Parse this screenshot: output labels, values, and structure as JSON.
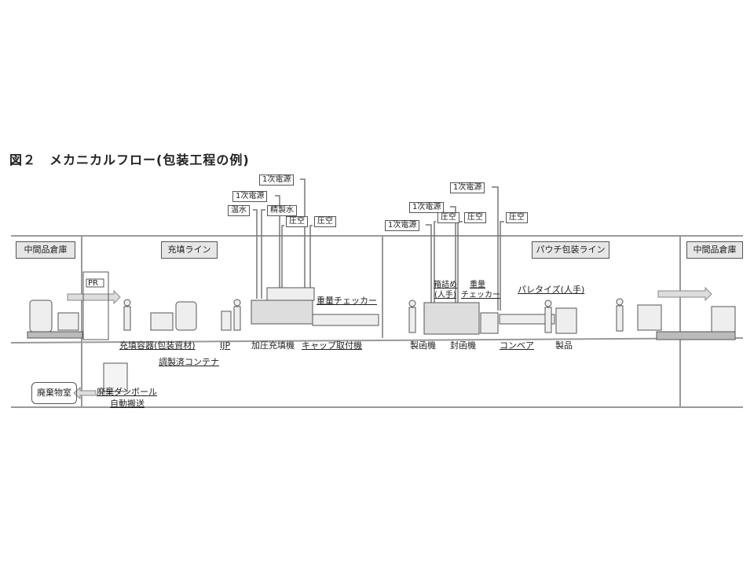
{
  "title": "図２　メカニカルフロー(包装工程の例)",
  "zones": {
    "warehouse_left": "中間品倉庫",
    "filling_line": "充填ライン",
    "pouch_line": "パウチ包装ライン",
    "warehouse_right": "中間品倉庫"
  },
  "utilities": {
    "power_1": "1次電源",
    "power_2": "1次電源",
    "hot_water": "温水",
    "purified_water": "精製水",
    "air_1": "圧空",
    "air_2": "圧空",
    "power_3": "1次電源",
    "power_4": "1次電源",
    "power_5": "1次電源",
    "air_3": "圧空",
    "air_4": "圧空",
    "air_5": "圧空"
  },
  "pr": "PR",
  "equipment": {
    "container": "充填容器(包装資材)",
    "ijp": "IJP",
    "pressure_filler": "加圧充填機",
    "capper": "キャップ取付機",
    "prepared_container": "調製済コンテナ",
    "weight_checker": "重量チェッカー",
    "waste_room": "廃棄物室",
    "cardboard_1": "廃棄ダンボール",
    "cardboard_2": "自動搬送",
    "case_former": "製函機",
    "case_sealer": "封函機",
    "conveyor": "コンベア",
    "product": "製品",
    "boxing_1": "箱詰め",
    "boxing_2": "(人手)",
    "weight2_1": "重量",
    "weight2_2": "チェッカー",
    "palletize": "パレタイズ(人手)"
  }
}
